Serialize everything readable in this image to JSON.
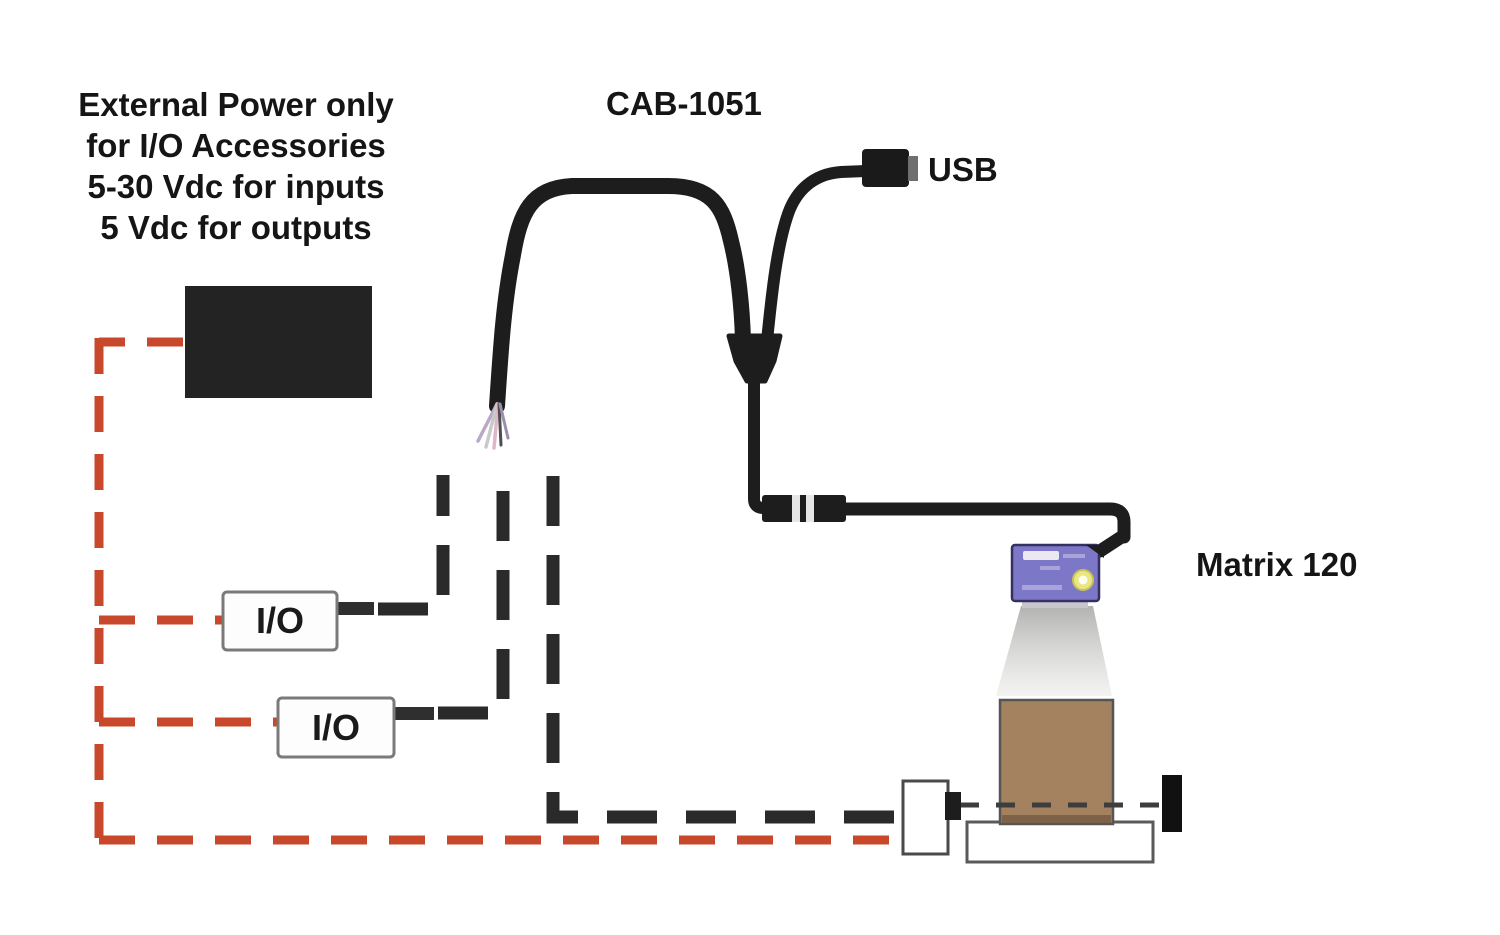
{
  "diagram": {
    "kind": "connection-diagram",
    "note": {
      "lines": [
        "External Power only",
        "for I/O Accessories",
        "5-30 Vdc for inputs",
        "5 Vdc for outputs"
      ]
    },
    "labels": {
      "cable": "CAB-1051",
      "usb": "USB",
      "device": "Matrix 120"
    },
    "io_boxes": [
      {
        "label": "I/O"
      },
      {
        "label": "I/O"
      }
    ],
    "colors": {
      "cable_black": "#1d1d1d",
      "io_dash_black": "#2a2a2a",
      "power_dash_red": "#c7482a",
      "power_supply_black": "#232323",
      "device_purple": "#7c77c6",
      "device_edge_navy": "#353060",
      "lens_yellow": "#e9e784",
      "package_brown": "#a5825f",
      "beam_gray": "#bcbcba",
      "box_border_gray": "#7a7a7a"
    }
  }
}
